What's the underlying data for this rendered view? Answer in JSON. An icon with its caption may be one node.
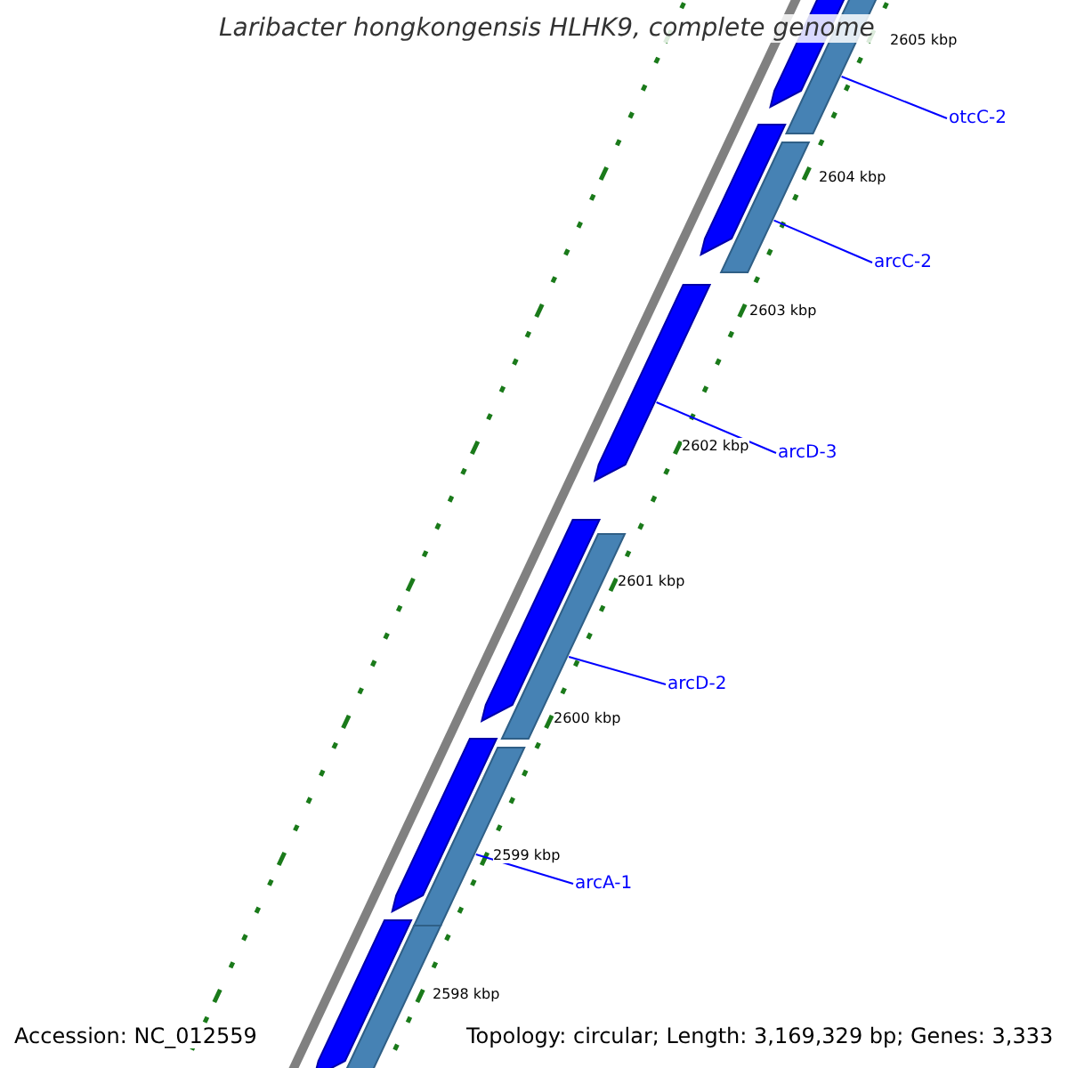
{
  "diagram": {
    "title": "Laribacter hongkongensis HLHK9, complete genome",
    "nodes": [
      {
        "text": [
          "otcC-2"
        ]
      },
      {
        "text": [
          "arcC-2"
        ]
      },
      {
        "text": [
          "arcD-3"
        ]
      },
      {
        "text": [
          "arcD-2"
        ]
      },
      {
        "text": [
          "arcA-1"
        ]
      },
      {
        "text": [],
        "shape": "arrow"
      },
      {
        "text": [],
        "shape": "bar"
      },
      {
        "text": [],
        "shape": "arrow"
      },
      {
        "text": [],
        "shape": "bar"
      },
      {
        "text": [],
        "shape": "arrow"
      },
      {
        "text": [],
        "shape": "arrow"
      },
      {
        "text": [],
        "shape": "bar"
      },
      {
        "text": [],
        "shape": "arrow"
      },
      {
        "text": [],
        "shape": "bar"
      },
      {
        "text": [],
        "shape": "arrow"
      },
      {
        "text": [],
        "shape": "bar"
      }
    ],
    "edges": [
      {
        "from": 0,
        "to": 6,
        "arrow": "none"
      },
      {
        "from": 1,
        "to": 8,
        "arrow": "none"
      },
      {
        "from": 2,
        "to": 9,
        "arrow": "none"
      },
      {
        "from": 3,
        "to": 11,
        "arrow": "none"
      },
      {
        "from": 4,
        "to": 13,
        "arrow": "none"
      }
    ],
    "labels": [
      "2605 kbp",
      "2604 kbp",
      "2603 kbp",
      "2602 kbp",
      "2601 kbp",
      "2600 kbp",
      "2599 kbp",
      "2598 kbp",
      "Accession: NC_012559",
      "Topology: circular; Length: 3,169,329 bp; Genes: 3,333"
    ]
  }
}
